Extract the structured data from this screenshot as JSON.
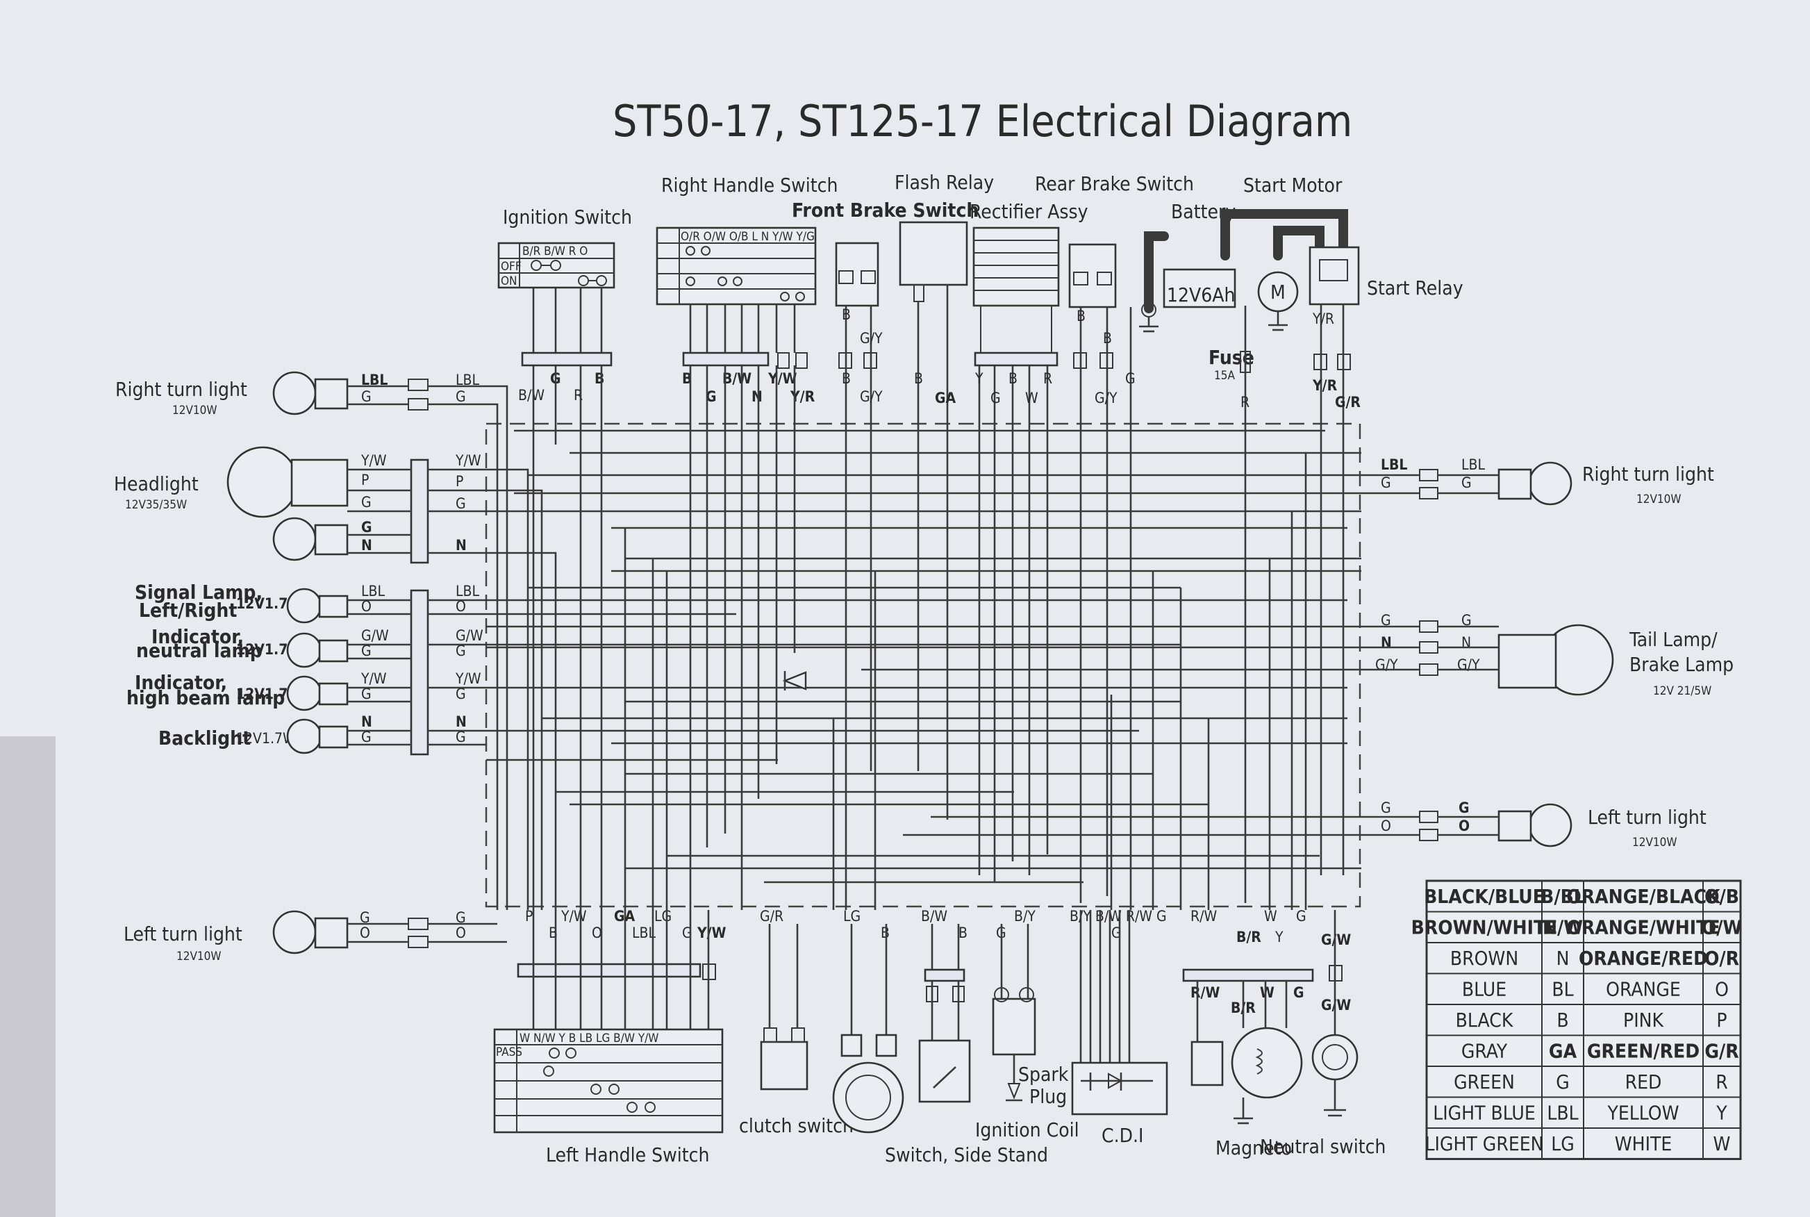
{
  "title": "ST50-17, ST125-17 Electrical Diagram",
  "components": {
    "ignition_switch": "Ignition Switch",
    "right_handle_switch": "Right Handle Switch",
    "front_brake_switch": "Front Brake Switch",
    "flash_relay": "Flash Relay",
    "rectifier_assy": "Rectifier Assy",
    "rear_brake_switch": "Rear Brake Switch",
    "battery": "Battery",
    "start_motor": "Start Motor",
    "start_relay": "Start Relay",
    "fuse": "Fuse",
    "fuse_rating": "15A",
    "battery_rating": "12V6Ah",
    "motor_symbol": "M",
    "right_turn_light_left": "Right turn light",
    "right_turn_light_left_rating": "12V10W",
    "headlight": "Headlight",
    "headlight_rating": "12V35/35W",
    "signal_lamp": "Signal Lamp,",
    "signal_lamp_2": "Left/Right",
    "indicator_neutral": "Indicator,",
    "indicator_neutral_2": "neutral lamp",
    "indicator_high": "Indicator,",
    "indicator_high_2": "high beam lamp",
    "backlight": "Backlight",
    "lamp_rating": "12V1.7W",
    "left_turn_light_left": "Left turn light",
    "left_turn_light_left_rating": "12V10W",
    "right_turn_light_right": "Right turn light",
    "right_turn_light_right_rating": "12V10W",
    "tail_lamp": "Tail Lamp/",
    "tail_lamp_2": "Brake Lamp",
    "tail_lamp_rating": "12V 21/5W",
    "left_turn_light_right": "Left turn light",
    "left_turn_light_right_rating": "12V10W",
    "left_handle_switch": "Left Handle Switch",
    "clutch_switch": "clutch switch",
    "side_stand_switch": "Switch, Side Stand",
    "spark_plug": "Spark",
    "spark_plug_2": "Plug",
    "ignition_coil": "Ignition Coil",
    "cdi": "C.D.I",
    "magneto": "Magneto",
    "neutral_switch": "Neutral switch"
  },
  "ignition_switch_table": {
    "header": "B/R B/W R  O",
    "rows": [
      "OFF",
      "ON"
    ]
  },
  "right_handle_switch_table": {
    "header": "O/R O/W O/B L N Y/W Y/G"
  },
  "left_handle_switch_table": {
    "header": "W N/W Y B LB LG B/W Y/W",
    "rows": [
      "PASS"
    ]
  },
  "wire_labels": {
    "rtl_top": [
      "LBL",
      "G"
    ],
    "rtl_mid": [
      "LBL",
      "G"
    ],
    "head_left": [
      "Y/W",
      "P",
      "G",
      "G",
      "N"
    ],
    "head_right": [
      "Y/W",
      "P",
      "G",
      "N"
    ],
    "sig_left": [
      "LBL",
      "O"
    ],
    "sig_right": [
      "LBL",
      "O"
    ],
    "neu_left": [
      "G/W",
      "G"
    ],
    "neu_right": [
      "G/W",
      "G"
    ],
    "high_left": [
      "Y/W",
      "G"
    ],
    "high_right": [
      "Y/W",
      "G"
    ],
    "back_left": [
      "N",
      "G"
    ],
    "back_right": [
      "N",
      "G"
    ],
    "ltl_left": [
      "G",
      "O"
    ],
    "ltl_right": [
      "G",
      "O"
    ],
    "ign_bottom": [
      "B/W",
      "G",
      "R",
      "B"
    ],
    "rhs_bottom": [
      "B",
      "G",
      "B/W",
      "N",
      "Y/W",
      "Y/R"
    ],
    "fbs": [
      "B",
      "G/Y",
      "B",
      "G/Y"
    ],
    "flash": [
      "B",
      "GA"
    ],
    "rect": [
      "Y",
      "G",
      "B",
      "W",
      "R"
    ],
    "rbs": [
      "B",
      "B",
      "G/Y",
      "G"
    ],
    "fuse_r": "R",
    "relay": [
      "Y/R",
      "Y/R",
      "G/R"
    ],
    "rtr": [
      "LBL",
      "G",
      "LBL",
      "G"
    ],
    "tail": [
      "G",
      "N",
      "G/Y",
      "G",
      "N",
      "G/Y"
    ],
    "ltr": [
      "G",
      "O",
      "G",
      "O"
    ],
    "bottom_left": [
      "P",
      "B",
      "Y/W",
      "O",
      "GA",
      "LBL",
      "LG",
      "G",
      "Y/W"
    ],
    "bottom_mid": [
      "G/R",
      "LG",
      "B",
      "B/W",
      "B",
      "G",
      "B/Y",
      "G"
    ],
    "cdi_bundle": "B/Y B/W R/W G",
    "magneto_labels": [
      "R/W",
      "B/R",
      "Y",
      "W",
      "G",
      "R/W",
      "B/R",
      "W",
      "G"
    ],
    "neutral": [
      "G/W",
      "G/W"
    ]
  },
  "legend": {
    "rows": [
      [
        "BLACK/BLUE",
        "B/BL",
        "ORANGE/BLACK",
        "O/B"
      ],
      [
        "BROWN/WHITE",
        "N/W",
        "ORANGE/WHITE",
        "O/W"
      ],
      [
        "BROWN",
        "N",
        "ORANGE/RED",
        "O/R"
      ],
      [
        "BLUE",
        "BL",
        "ORANGE",
        "O"
      ],
      [
        "BLACK",
        "B",
        "PINK",
        "P"
      ],
      [
        "GRAY",
        "GA",
        "GREEN/RED",
        "G/R"
      ],
      [
        "GREEN",
        "G",
        "RED",
        "R"
      ],
      [
        "LIGHT BLUE",
        "LBL",
        "YELLOW",
        "Y"
      ],
      [
        "LIGHT GREEN",
        "LG",
        "WHITE",
        "W"
      ]
    ]
  },
  "colors": {
    "paper": "#e9e9f1",
    "ink": "#333333"
  }
}
